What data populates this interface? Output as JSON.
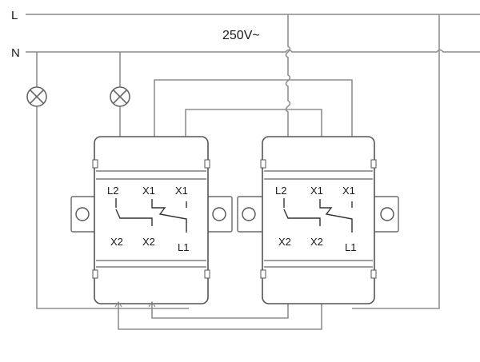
{
  "rails": {
    "L": "L",
    "N": "N"
  },
  "supply": "250V~",
  "switches": [
    {
      "terminals": [
        "L2",
        "X1",
        "X1",
        "X2",
        "X2",
        "L1"
      ]
    },
    {
      "terminals": [
        "L2",
        "X1",
        "X1",
        "X2",
        "X2",
        "L1"
      ]
    }
  ],
  "lamp_icon": "lamp-cross-icon",
  "mount_icon": "mounting-hole-icon",
  "colors": {
    "wire": "#8f8f8f",
    "outline": "#555555",
    "background": "#ffffff"
  }
}
